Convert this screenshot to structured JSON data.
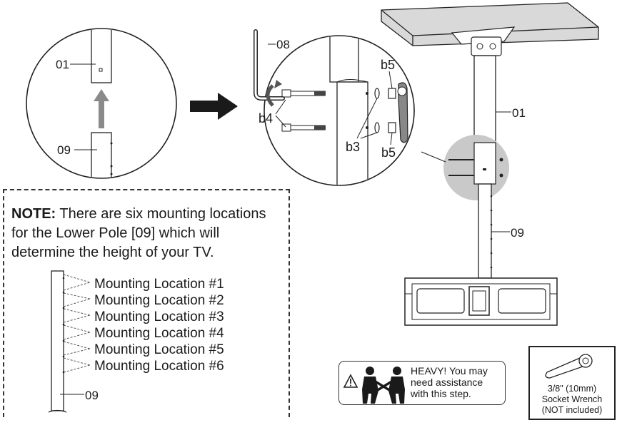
{
  "labels": {
    "part_01": "01",
    "part_09": "09",
    "part_08": "08",
    "part_b3": "b3",
    "part_b4": "b4",
    "part_b5": "b5"
  },
  "note": {
    "heading": "NOTE:",
    "text": "There are six mounting locations for the Lower Pole [09] which will determine the height of your TV.",
    "locations": [
      "Mounting Location #1",
      "Mounting Location #2",
      "Mounting Location #3",
      "Mounting Location #4",
      "Mounting Location #5",
      "Mounting Location #6"
    ],
    "pole_label": "09"
  },
  "warning": {
    "icon": "warning-triangle-icon",
    "line1": "HEAVY! You may",
    "line2": "need assistance",
    "line3": "with this step."
  },
  "tool": {
    "icon": "socket-wrench-icon",
    "line1": "3/8\" (10mm)",
    "line2": "Socket Wrench",
    "line3": "(NOT included)"
  },
  "colors": {
    "ink": "#1a1a1a",
    "highlight_gray": "#c9c9c9",
    "ceiling_fill": "#d9d9d9",
    "arrow_gray": "#8a8a8a"
  }
}
